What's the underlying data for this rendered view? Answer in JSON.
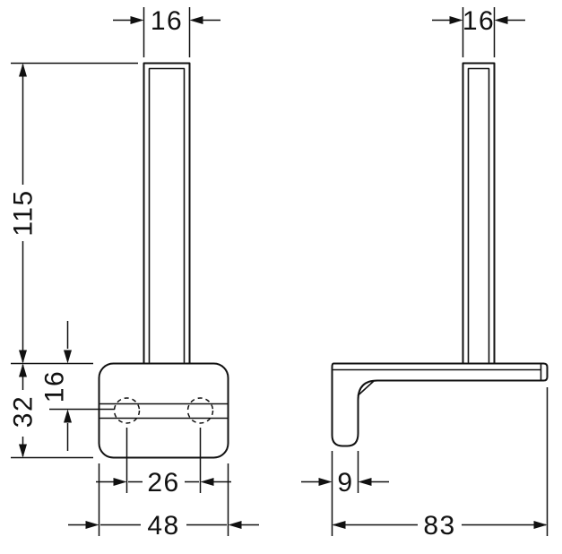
{
  "drawing": {
    "description": "Two-view technical dimension drawing of a wall-mounted spare roll holder",
    "background_color": "#ffffff",
    "line_color": "#111111",
    "front": {
      "bar_width": "16",
      "height": "115",
      "base_height": "32",
      "hole_offset": "16",
      "hole_spacing": "26",
      "base_width": "48"
    },
    "side": {
      "bar_width": "16",
      "leg_thickness": "9",
      "depth": "83"
    }
  }
}
